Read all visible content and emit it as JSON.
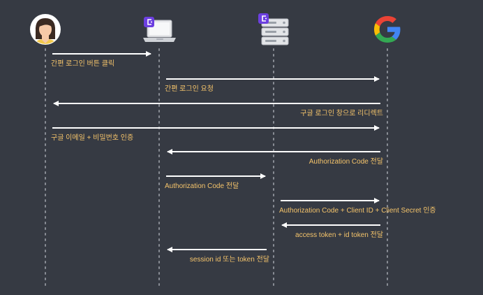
{
  "colors": {
    "background": "#363a43",
    "lifeline": "#8a8e96",
    "arrow": "#ffffff",
    "label": "#f5c46b",
    "badge": "#6c3fe0"
  },
  "actors": [
    {
      "id": "user",
      "icon": "user-avatar-icon"
    },
    {
      "id": "client",
      "icon": "laptop-icon"
    },
    {
      "id": "server",
      "icon": "server-icon"
    },
    {
      "id": "google",
      "icon": "google-logo-icon"
    }
  ],
  "messages": [
    {
      "from": "user",
      "to": "client",
      "label": "간편 로그인 버튼 클릭"
    },
    {
      "from": "client",
      "to": "google",
      "label": "간편 로그인 요청"
    },
    {
      "from": "google",
      "to": "user",
      "label": "구글 로그인 창으로 리디렉트"
    },
    {
      "from": "user",
      "to": "google",
      "label": "구글 이메일 + 비밀번호 인증"
    },
    {
      "from": "google",
      "to": "client",
      "label": "Authorization Code 전달"
    },
    {
      "from": "client",
      "to": "server",
      "label": "Authorization Code 전달"
    },
    {
      "from": "server",
      "to": "google",
      "label": "Authorization Code + Client ID + Client Secret 인증"
    },
    {
      "from": "google",
      "to": "server",
      "label": "access token + id token 전달"
    },
    {
      "from": "server",
      "to": "client",
      "label": "session id 또는 token 전달"
    }
  ]
}
